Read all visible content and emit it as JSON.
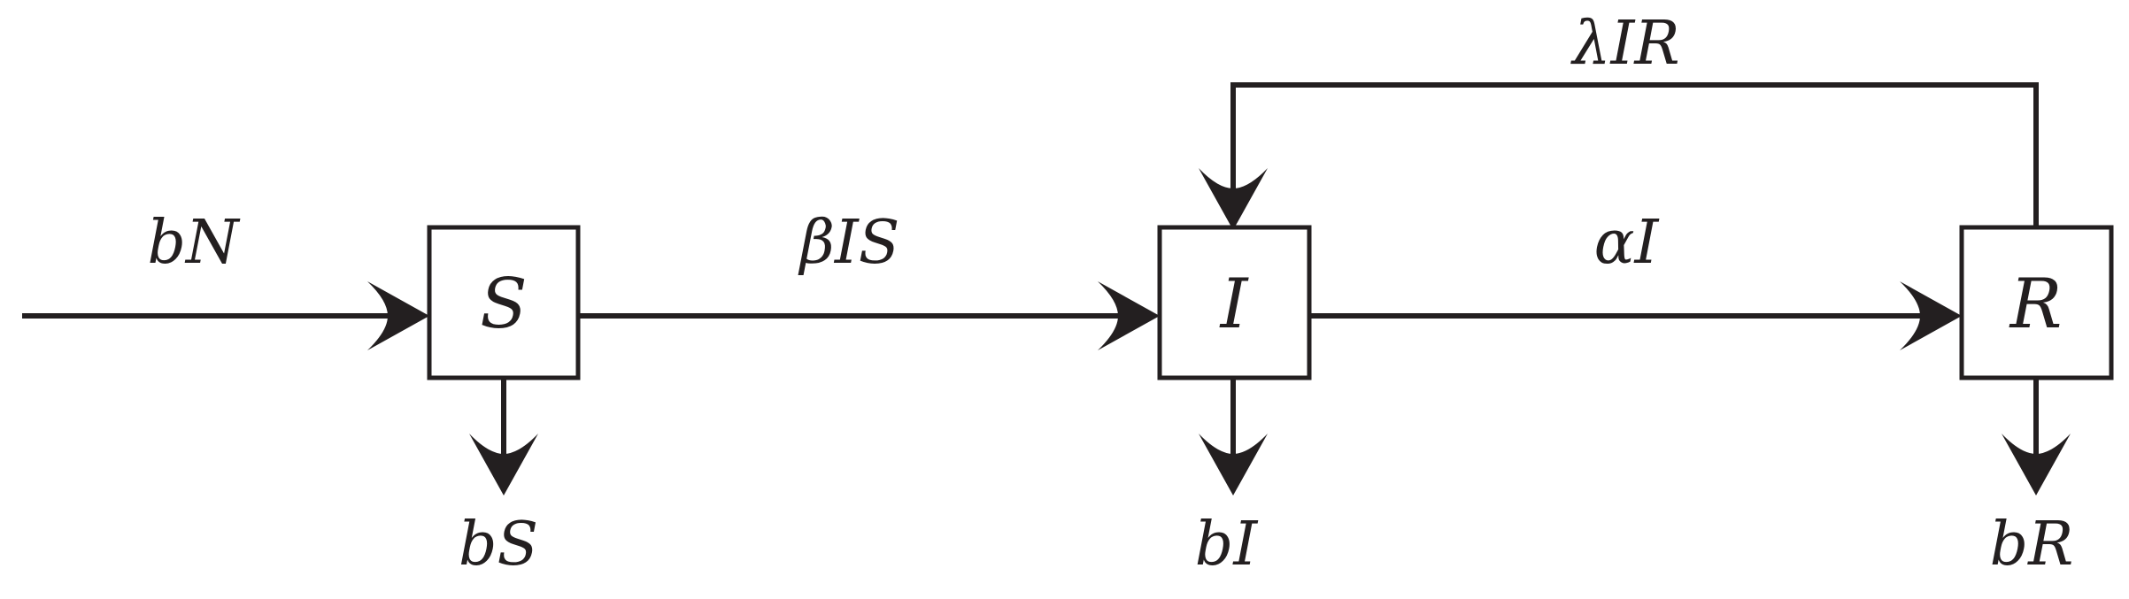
{
  "colors": {
    "stroke": "#231f20",
    "background": "#ffffff"
  },
  "compartments": {
    "S": "S",
    "I": "I",
    "R": "R"
  },
  "flows": {
    "inflow_bN": "bN",
    "S_to_I": "βIS",
    "I_to_R": "αI",
    "R_to_I": "λIR",
    "death_S": "bS",
    "death_I": "bI",
    "death_R": "bR"
  }
}
